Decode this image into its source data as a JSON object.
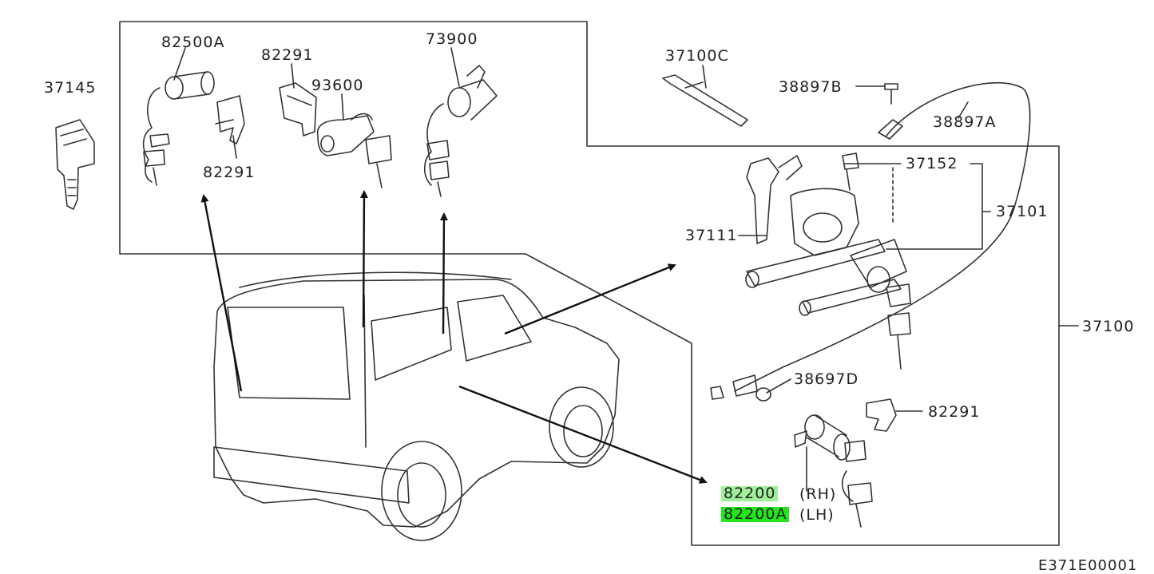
{
  "labels": {
    "p82500A": "82500A",
    "p82291_top": "82291",
    "p93600": "93600",
    "p73900": "73900",
    "p37145": "37145",
    "p82291_mid": "82291",
    "p37100C": "37100C",
    "p38897B": "38897B",
    "p38897A": "38897A",
    "p37152": "37152",
    "p37101": "37101",
    "p37111": "37111",
    "p37100": "37100",
    "p38697D": "38697D",
    "p82291_right": "82291",
    "p82200": "82200",
    "rh": "(RH)",
    "p82200A": "82200A",
    "lh": "(LH)",
    "diagram_code": "E371E00001"
  },
  "colors": {
    "line": "#333333",
    "highlight_light": "#9ff09a",
    "highlight_strong": "#22e51c"
  }
}
